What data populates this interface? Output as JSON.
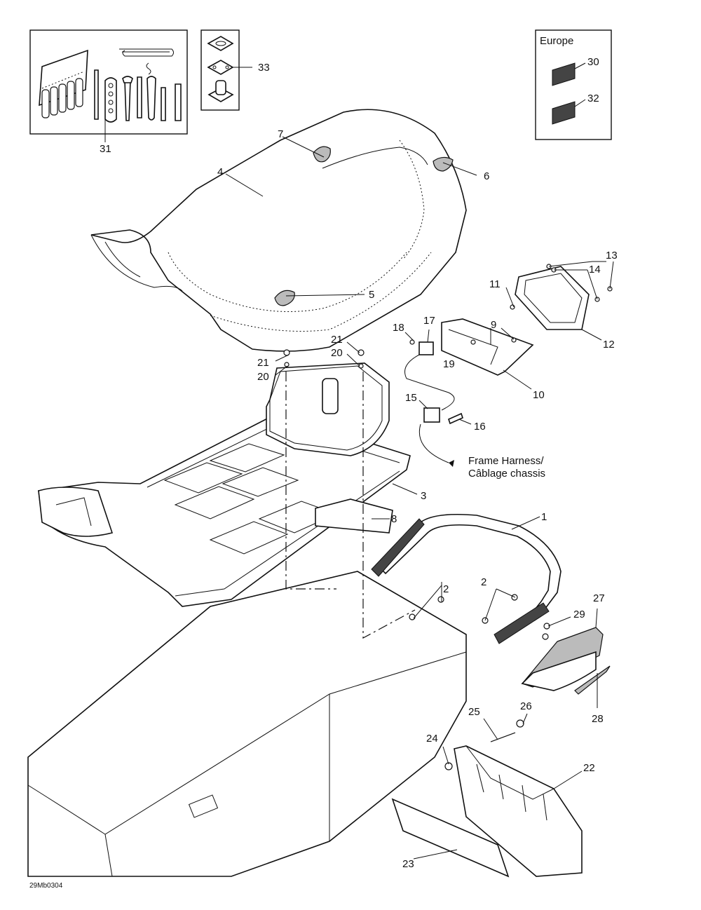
{
  "callouts": {
    "c1": "1",
    "c2a": "2",
    "c2b": "2",
    "c3": "3",
    "c4": "4",
    "c5": "5",
    "c6": "6",
    "c7": "7",
    "c8": "8",
    "c9": "9",
    "c10": "10",
    "c11": "11",
    "c12": "12",
    "c13": "13",
    "c14": "14",
    "c15": "15",
    "c16": "16",
    "c17": "17",
    "c18": "18",
    "c19": "19",
    "c20a": "20",
    "c20b": "20",
    "c21a": "21",
    "c21b": "21",
    "c22": "22",
    "c23": "23",
    "c24": "24",
    "c25": "25",
    "c26": "26",
    "c27": "27",
    "c28": "28",
    "c29": "29",
    "c30": "30",
    "c31": "31",
    "c32": "32",
    "c33": "33"
  },
  "inset_europe": {
    "title": "Europe"
  },
  "harness_note": {
    "line1": "Frame Harness/",
    "line2": "Câblage chassis"
  },
  "drawing_code": "29Mb0304"
}
